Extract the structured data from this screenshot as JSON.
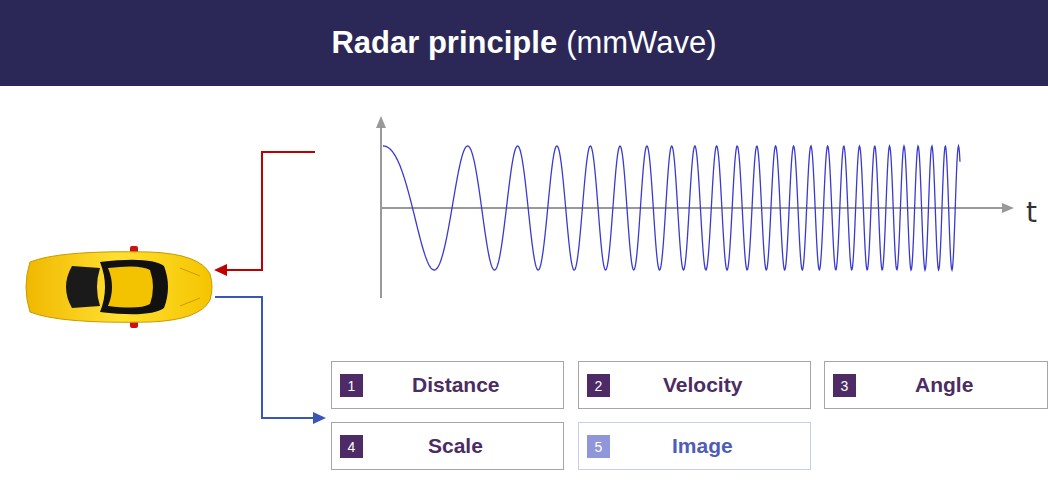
{
  "diagram": {
    "title": "Radar principle",
    "nodes": [
      {
        "text": [
          "1",
          "Distance"
        ]
      },
      {
        "text": [
          "2",
          "Velocity"
        ]
      },
      {
        "text": [
          "3",
          "Angle"
        ]
      },
      {
        "text": [
          "4",
          "Scale"
        ]
      },
      {
        "text": [
          "5",
          "Image"
        ]
      }
    ],
    "labels": [
      "(mmWave)",
      "t"
    ]
  }
}
